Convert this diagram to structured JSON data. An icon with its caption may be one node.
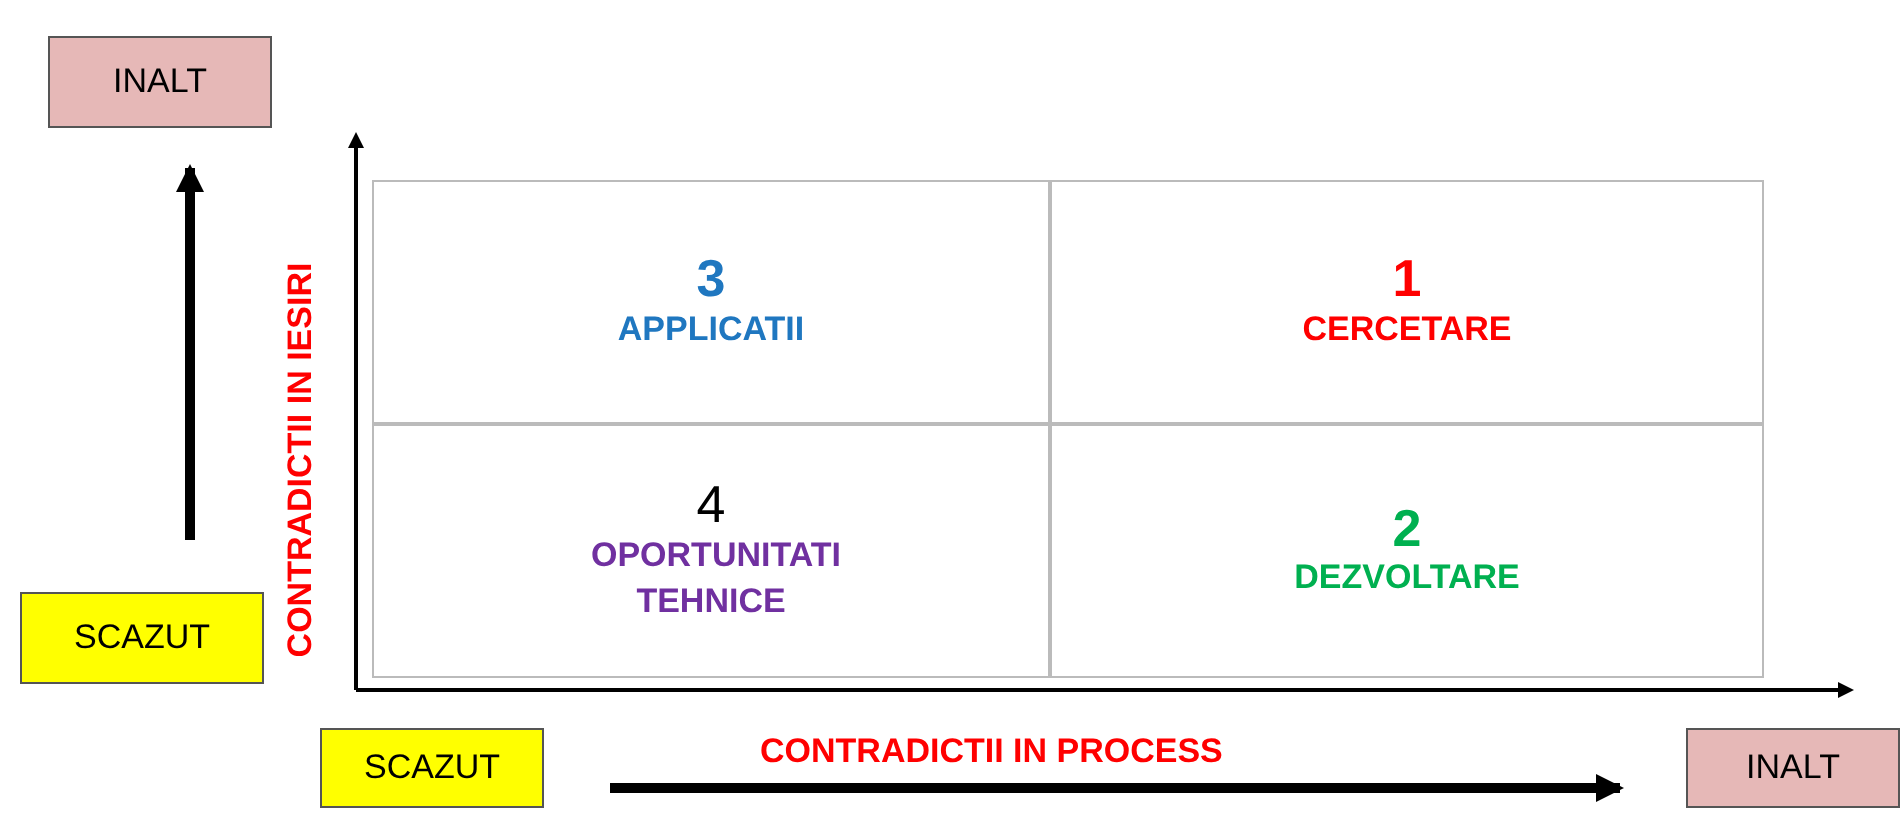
{
  "diagram": {
    "nodes": [
      {
        "text": [
          "INALT"
        ]
      },
      {
        "text": [
          "3",
          "APPLICATII"
        ]
      },
      {
        "text": [
          "1",
          "CERCETARE"
        ]
      },
      {
        "text": [
          "4",
          "OPORTUNITATI TEHNICE"
        ]
      },
      {
        "text": [
          "2",
          "DEZVOLTARE"
        ]
      },
      {
        "text": [
          "SCAZUT"
        ]
      },
      {
        "text": [
          "SCAZUT"
        ]
      },
      {
        "text": [
          "INALT"
        ]
      }
    ],
    "edges": [
      {
        "from": 5,
        "to": 0,
        "arrow": "to"
      },
      {
        "from": 6,
        "to": 7,
        "arrow": "to"
      }
    ],
    "labels": [
      "CONTRADICTII IN IESIRI",
      "CONTRADICTII IN PROCESS"
    ]
  }
}
